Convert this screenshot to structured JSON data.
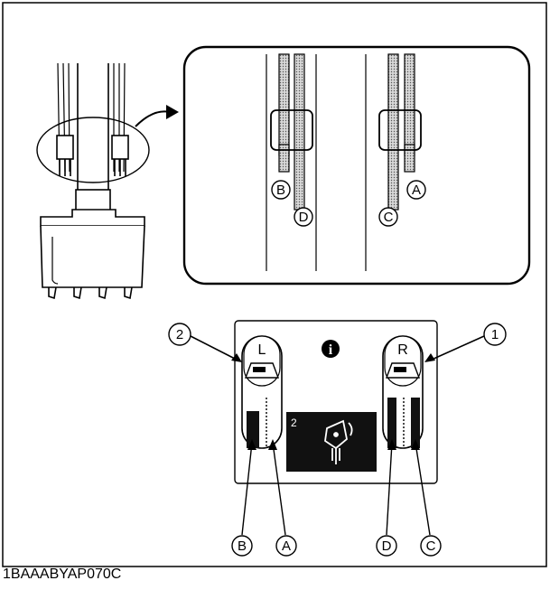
{
  "labels": {
    "A": "A",
    "B": "B",
    "C": "C",
    "D": "D",
    "num1": "1",
    "num2": "2",
    "left": "L",
    "right": "R",
    "info": "i",
    "panel_number": "2"
  },
  "caption": "1BAAABYAP070C",
  "colors": {
    "line": "#000000",
    "hose_fill": "#cfcfcf",
    "panel_dark": "#111111",
    "background": "#ffffff"
  },
  "icons": {
    "info": "info-icon",
    "pedal": "pedal-icon",
    "bucket_tilt": "bucket-tilt-icon"
  }
}
